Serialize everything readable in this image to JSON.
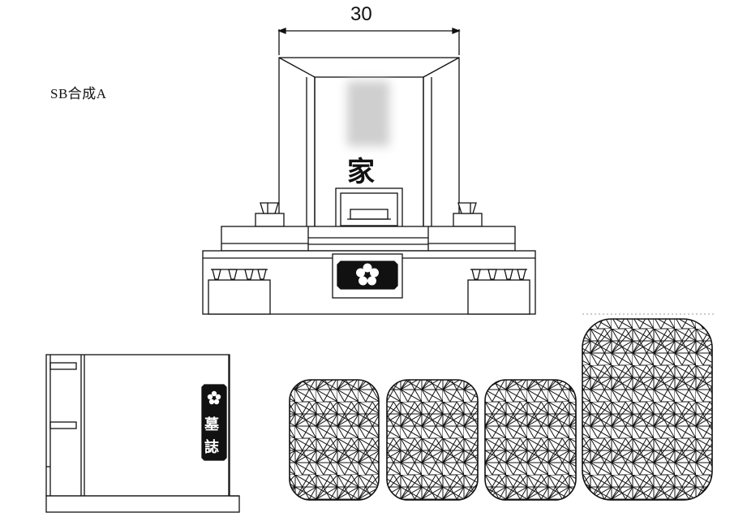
{
  "labels": {
    "model_name": "SB合成A",
    "width_dimension": "30",
    "family_character": "家",
    "boshi_text_1": "墓",
    "boshi_text_2": "誌"
  },
  "icons": {
    "family_crest": "plum-blossom-crest-icon",
    "boshi_crest": "plum-blossom-crest-icon",
    "pattern": "asanoha-hemp-leaf-pattern"
  },
  "colors": {
    "line": "#111111",
    "background": "#ffffff",
    "blur": "#cfcfcf"
  }
}
